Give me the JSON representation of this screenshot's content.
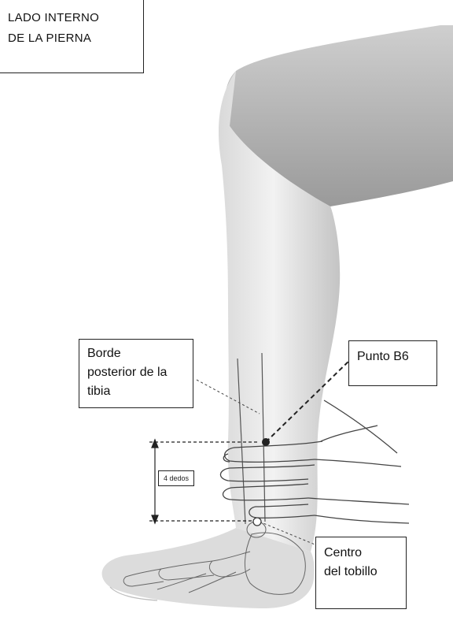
{
  "title": {
    "line1": "LADO INTERNO",
    "line2": "DE LA PIERNA"
  },
  "labels": {
    "borde": {
      "line1": "Borde",
      "line2": "posterior de la",
      "line3": "tibia"
    },
    "punto": "Punto B6",
    "dedos": "4 dedos",
    "centro": {
      "line1": "Centro",
      "line2": "del tobillo"
    }
  }
}
